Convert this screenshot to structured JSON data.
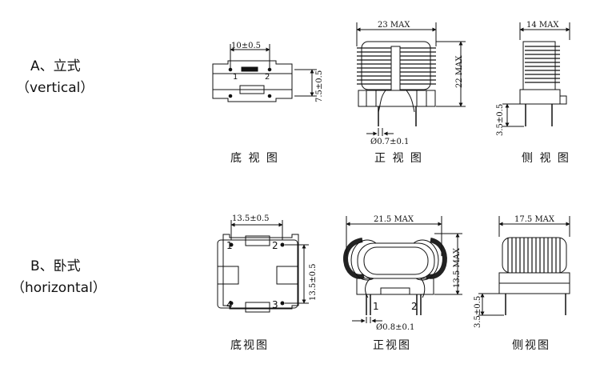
{
  "section_a": {
    "title": "A、立式",
    "subtitle": "（vertical）"
  },
  "section_b": {
    "title": "B、卧式",
    "subtitle": "（horizontal）"
  },
  "captions": {
    "a_bottom": "底 视 图",
    "a_front": "正 视 图",
    "a_side": "侧 视 图",
    "b_bottom": "底视图",
    "b_front": "正视图",
    "b_side": "侧视图"
  },
  "dims_a": {
    "bottom_width": "10±0.5",
    "bottom_height": "7.5±0.5",
    "front_width": "23 MAX",
    "front_height": "22 MAX",
    "pin_diameter": "Ø0.7±0.1",
    "side_width": "14 MAX",
    "side_pin_len": "3.5±0.5"
  },
  "dims_b": {
    "bottom_width": "13.5±0.5",
    "bottom_height": "13.5±0.5",
    "front_width": "21.5 MAX",
    "front_height": "13.5 MAX",
    "pin_diameter": "Ø0.8±0.1",
    "side_width": "17.5 MAX",
    "side_pin_len": "3.5±0.5"
  },
  "pins_a": [
    "1",
    "2"
  ],
  "pins_b": [
    "1",
    "2",
    "3",
    "4"
  ],
  "pins_b_front": [
    "1",
    "2"
  ]
}
